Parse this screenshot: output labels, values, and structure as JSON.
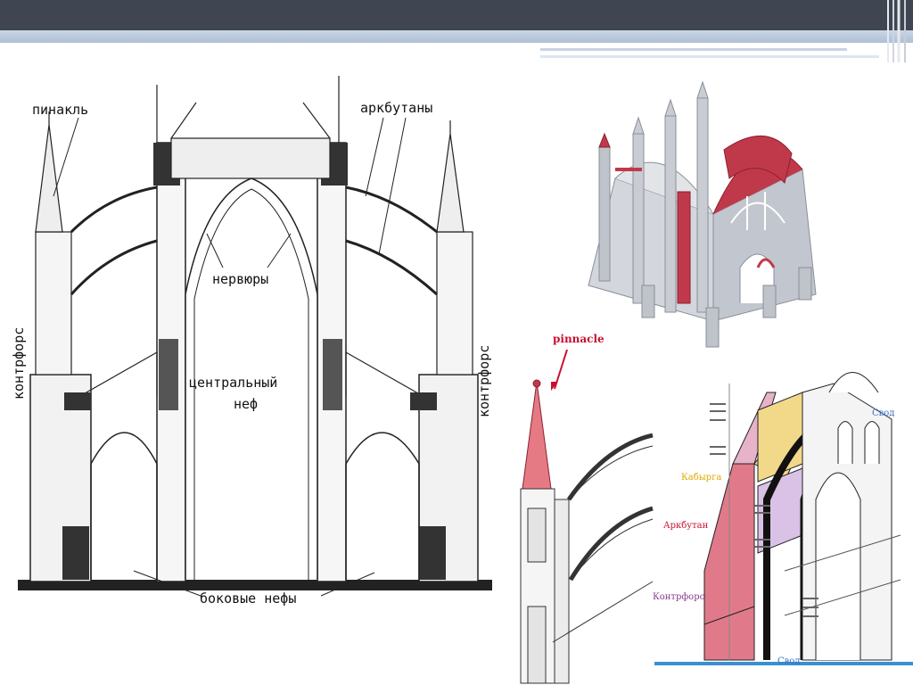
{
  "left_diagram": {
    "labels": {
      "pinnacle": "пинакль",
      "flying_buttresses": "аркбутаны",
      "ribs": "нервюры",
      "central_nave_1": "центральный",
      "central_nave_2": "неф",
      "side_naves": "боковые нефы",
      "buttress_left": "контрфорс",
      "buttress_right": "контрфорс"
    }
  },
  "middle_diagram": {
    "labels": {
      "pinnacle": "pinnacle"
    }
  },
  "right_diagram": {
    "labels": {
      "vault_top": "Свод",
      "kabyrga": "Кабырга",
      "arkbutan": "Аркбутан",
      "kontrfors": "Контрфорс",
      "vault_bottom": "Свод"
    }
  },
  "colors": {
    "top_bar": "#3f4551",
    "accent_red": "#c8102e",
    "model_red": "#c0394a",
    "model_grey": "#c9ccd3",
    "label_yellow": "#e0a800",
    "label_purple": "#8a3a8c",
    "label_blue": "#3a6fc4"
  }
}
